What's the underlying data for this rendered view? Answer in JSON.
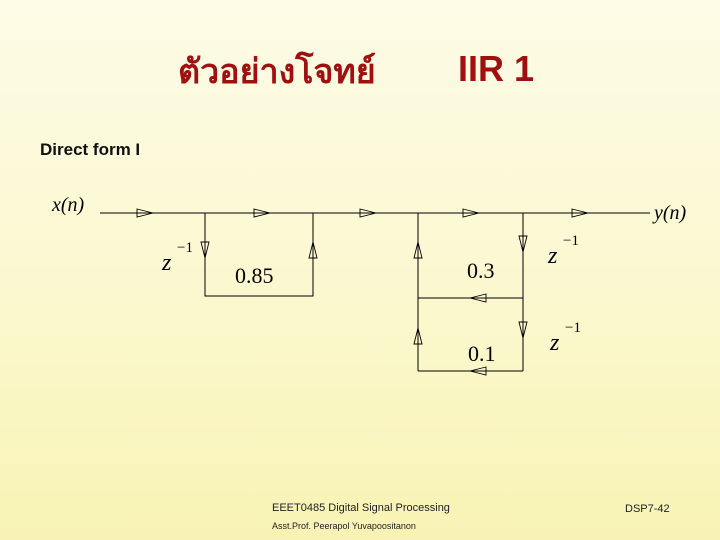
{
  "slide": {
    "title_thai": "ตัวอย่างโจทย์",
    "title_main": "IIR 1",
    "subtitle": "Direct form I"
  },
  "diagram": {
    "input_label": "x(n)",
    "output_label": "y(n)",
    "coefficients": {
      "feedforward": "0.85",
      "feedback_1": "0.3",
      "feedback_2": "0.1"
    },
    "delay_base": "z",
    "delay_exp": "−1"
  },
  "footer": {
    "course": "EEET0485 Digital Signal Processing",
    "author": "Asst.Prof. Peerapol Yuvapoositanon",
    "page": "DSP7-42"
  },
  "colors": {
    "title": "#a01010",
    "line": "#000000"
  }
}
